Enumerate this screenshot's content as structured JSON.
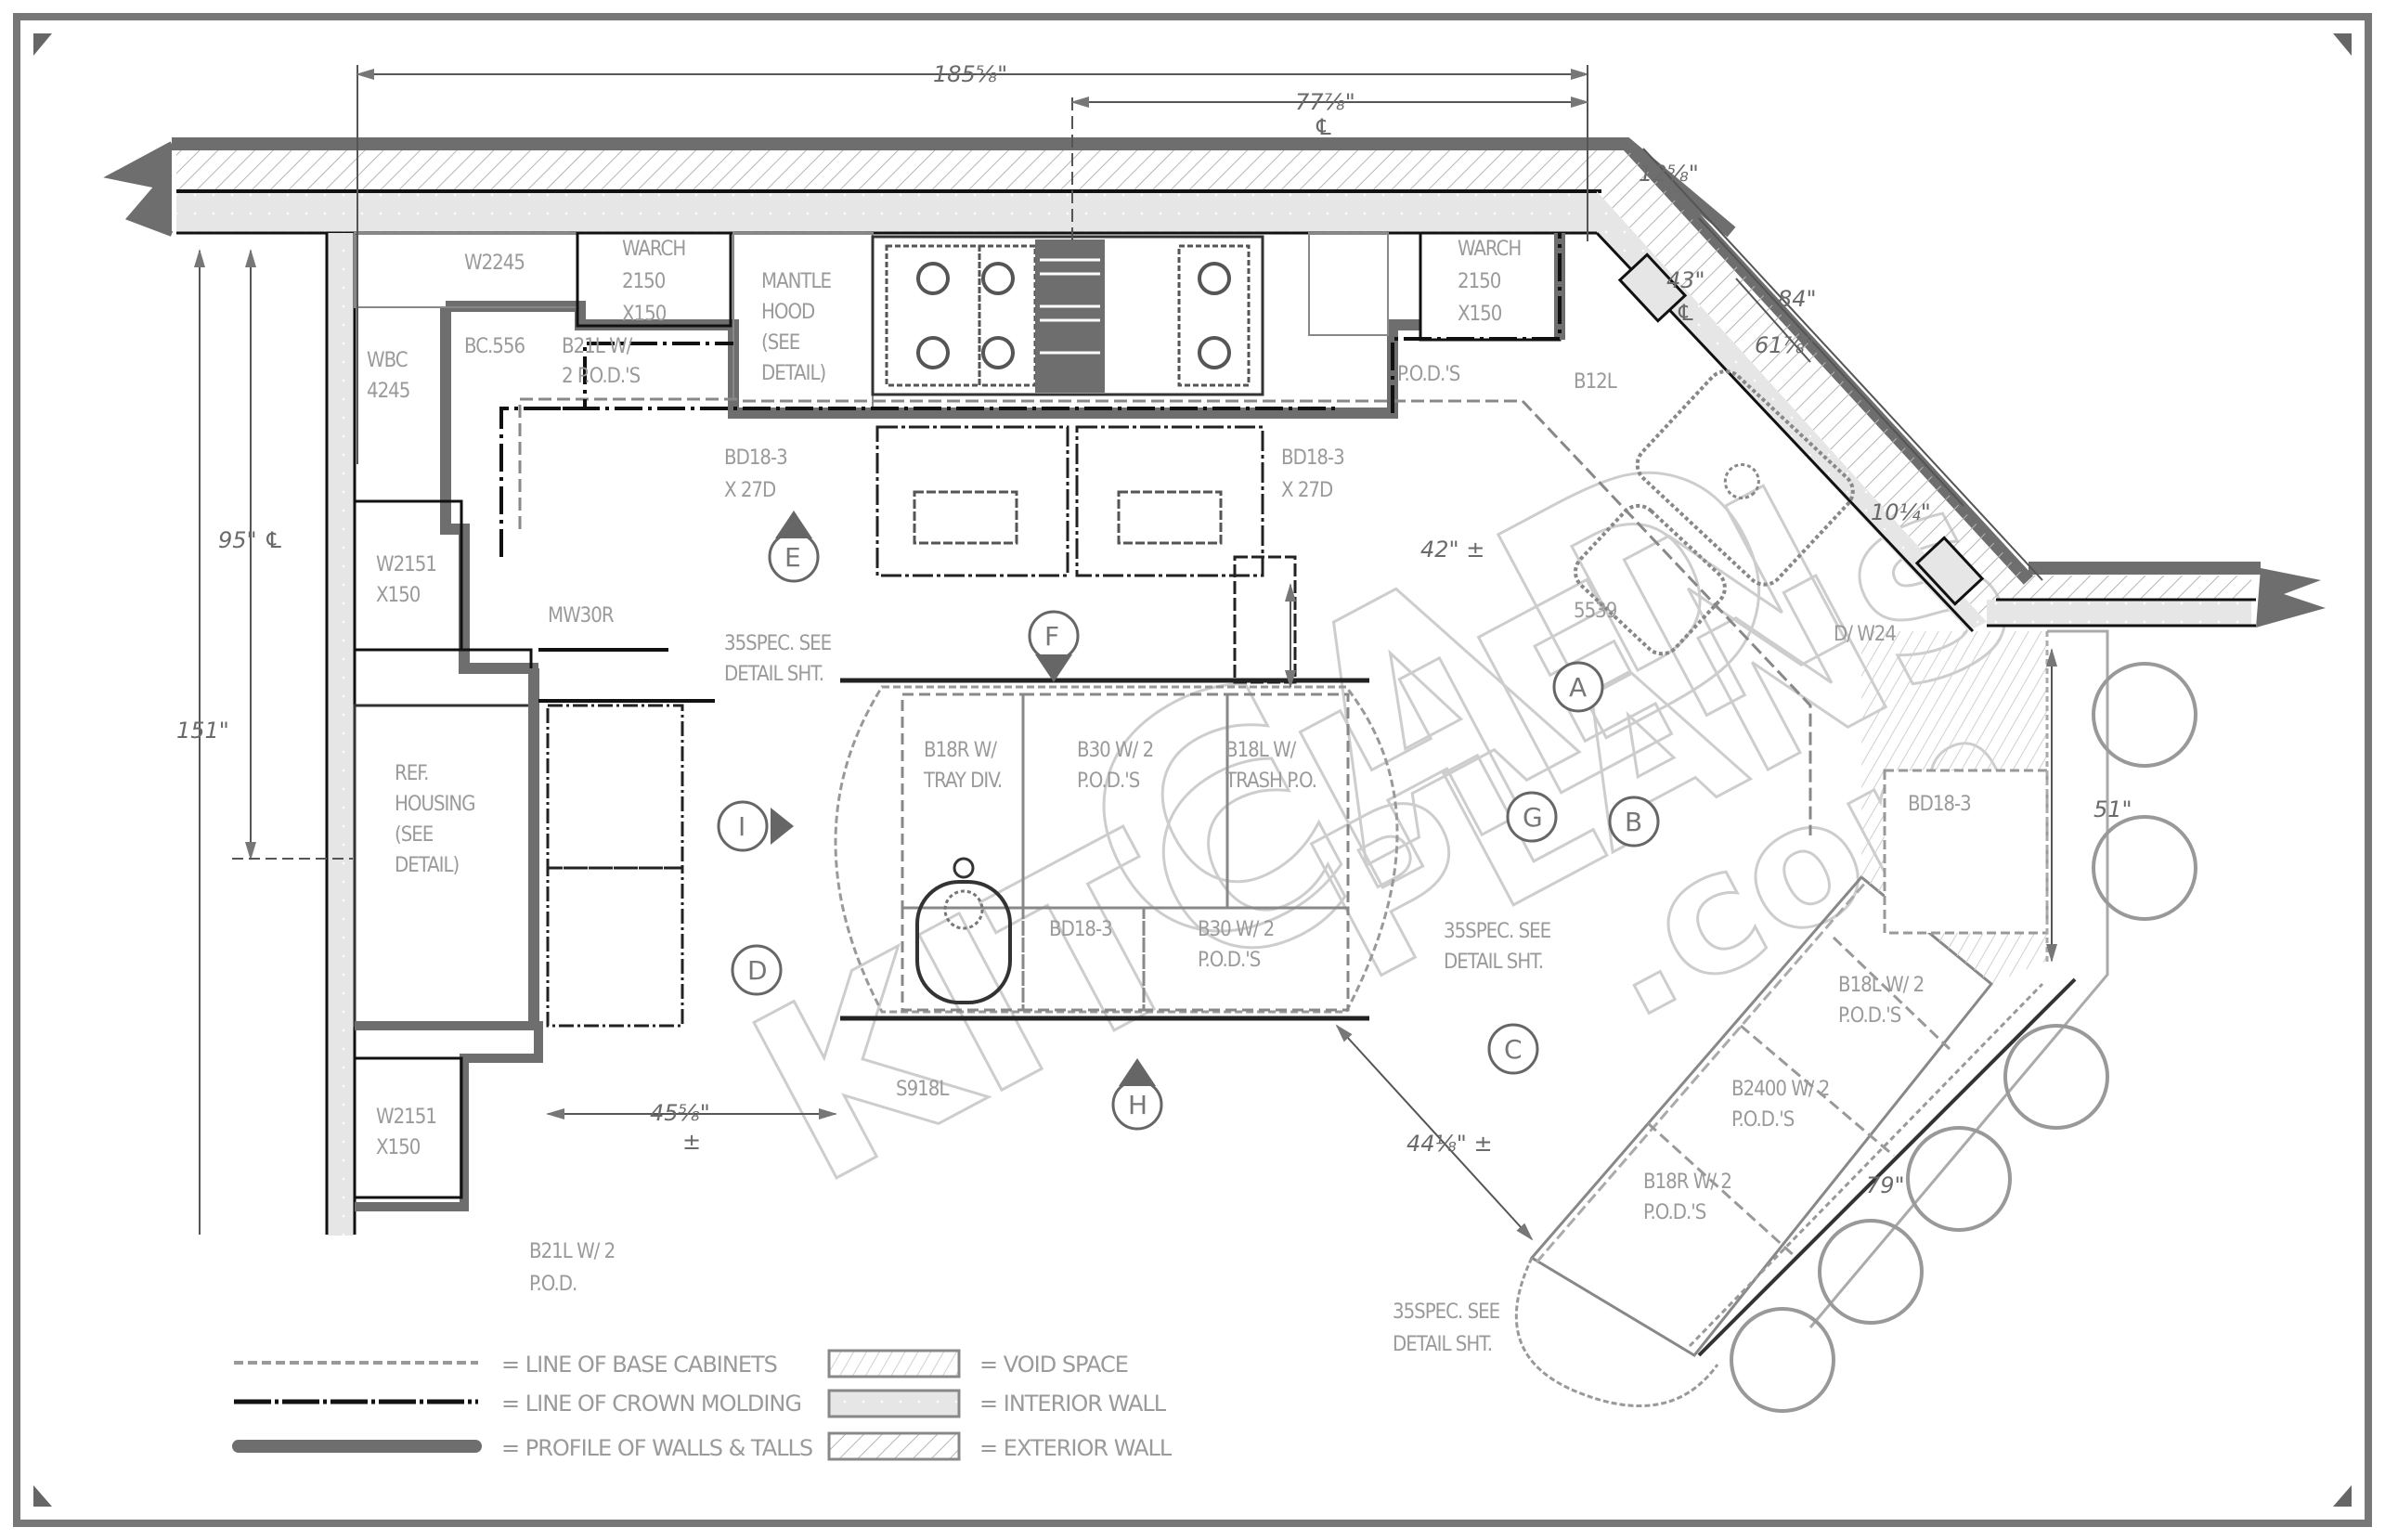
{
  "drawing": {
    "type": "kitchen floor plan",
    "watermark": [
      "CAD",
      "KITCHEN",
      "PLANS",
      ".com"
    ]
  },
  "dimensions": {
    "top_overall": "185⅝\"",
    "top_centerline": "77⅞\"",
    "centerline_symbol": "℄",
    "left_overall": "151\"",
    "left_centerline": "95\" ℄",
    "diag_12": "12⅝\"",
    "diag_43": "43\"",
    "diag_43_cl": "℄",
    "diag_84": "84\"",
    "diag_61": "61⅞\"",
    "diag_10": "10¼\"",
    "island_42": "42\" ±",
    "bottom_45": "45⅝\"",
    "bottom_45_pm": "±",
    "bar_44": "44⅛\" ±",
    "bar_79": "79\"",
    "bar_51": "51\""
  },
  "cabinets": {
    "w2245": "W2245",
    "warch_left": [
      "WARCH",
      "2150",
      "X150"
    ],
    "mantle_hood": [
      "MANTLE",
      "HOOD",
      "(SEE",
      "DETAIL)"
    ],
    "warch_right": [
      "WARCH",
      "2150",
      "X150"
    ],
    "bc556": "BC.556",
    "pods_left": [
      "B21L W/",
      "2 P.O.D.'S"
    ],
    "pods_right": "P.O.D.'S",
    "wbc4245": [
      "WBC",
      "4245"
    ],
    "bd18_left": [
      "BD18-3",
      "X 27D"
    ],
    "bd18_right": [
      "BD18-3",
      "X 27D"
    ],
    "w2151_top": [
      "W2151",
      "X150"
    ],
    "w2151_bottom": [
      "W2151",
      "X150"
    ],
    "mw": "MW30R",
    "spec_left": [
      "35SPEC. SEE",
      "DETAIL SHT."
    ],
    "ref_housing": [
      "REF.",
      "HOUSING",
      "(SEE",
      "DETAIL)"
    ],
    "b12l": "B12L",
    "s539": "5539",
    "dw24": "D/ W24",
    "island": {
      "b18r_tray": [
        "B18R W/",
        "TRAY DIV."
      ],
      "b30_top": [
        "B30 W/ 2",
        "P.O.D.'S"
      ],
      "b18l_trash": [
        "B18L W/",
        "TRASH P.O."
      ],
      "bd18_3": "BD18-3",
      "b30_bottom": [
        "B30 W/ 2",
        "P.O.D.'S"
      ]
    },
    "spec_right": [
      "35SPEC. SEE",
      "DETAIL SHT."
    ],
    "s918l": "S918L",
    "b21l_pod": [
      "B21L W/ 2",
      "P.O.D."
    ],
    "bd18_bar": "BD18-3",
    "b18l_bar": [
      "B18L W/ 2",
      "P.O.D.'S"
    ],
    "b2400_bar": [
      "B2400 W/ 2",
      "P.O.D.'S"
    ],
    "b18r_bar": [
      "B18R W/ 2",
      "P.O.D.'S"
    ],
    "spec_bar": [
      "35SPEC. SEE",
      "DETAIL SHT."
    ]
  },
  "view_markers": [
    "A",
    "B",
    "C",
    "D",
    "E",
    "F",
    "G",
    "H",
    "I"
  ],
  "legend": {
    "items": [
      {
        "symbol": "dashed-line",
        "label": "= LINE OF BASE CABINETS"
      },
      {
        "symbol": "dash-dot-line",
        "label": "= LINE OF CROWN MOLDING"
      },
      {
        "symbol": "thick-line",
        "label": "= PROFILE OF WALLS & TALLS"
      },
      {
        "symbol": "void-hatch",
        "label": "= VOID SPACE"
      },
      {
        "symbol": "interior-fill",
        "label": "= INTERIOR WALL"
      },
      {
        "symbol": "exterior-hatch",
        "label": "= EXTERIOR WALL"
      }
    ]
  },
  "colors": {
    "wall_profile": "#6e6e6e",
    "line": "#1a1a1a",
    "label": "#9a9a9a",
    "interior_wall": "#e6e6e6",
    "frame": "#7a7a7a"
  }
}
